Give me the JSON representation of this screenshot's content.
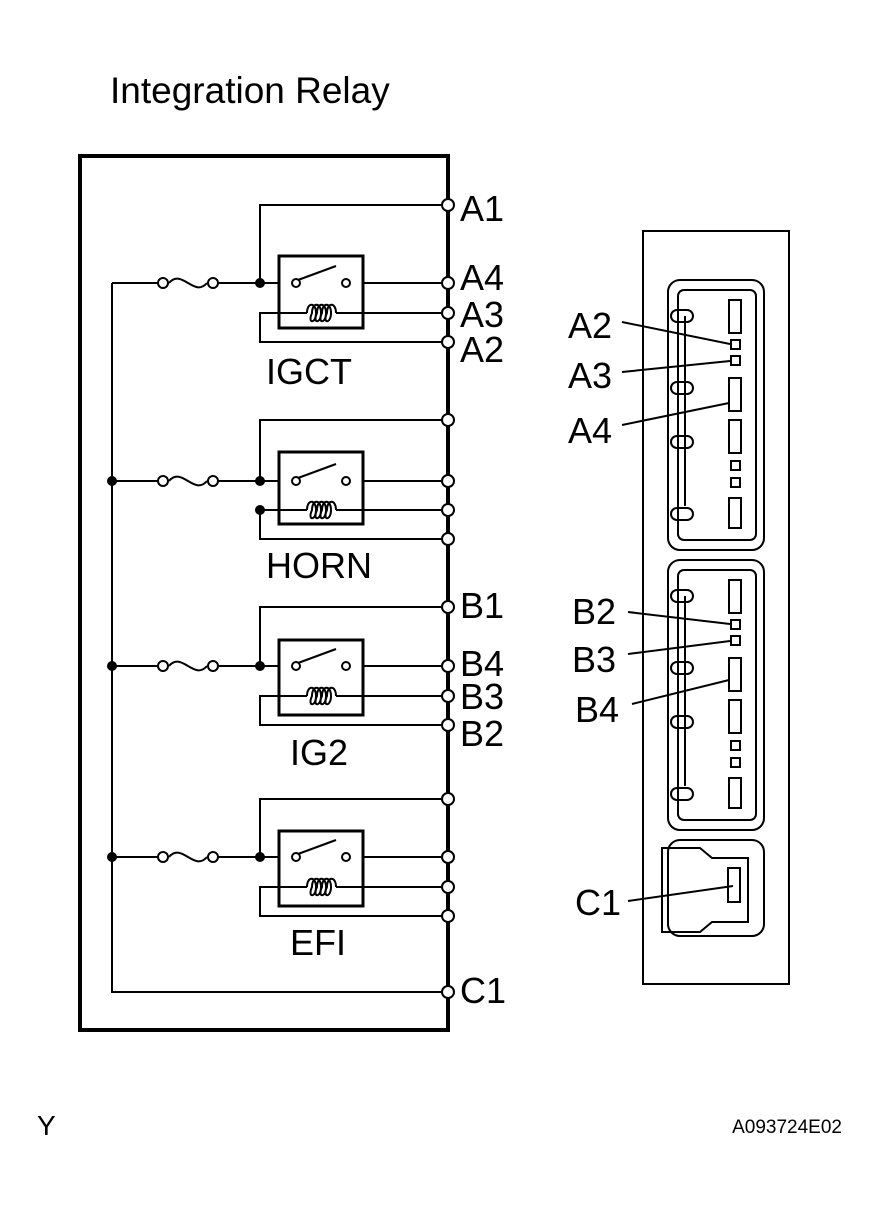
{
  "title": "Integration Relay",
  "relays": {
    "igct": "IGCT",
    "horn": "HORN",
    "ig2": "IG2",
    "efi": "EFI"
  },
  "pins": {
    "a1": "A1",
    "a4": "A4",
    "a3": "A3",
    "a2": "A2",
    "b1": "B1",
    "b4": "B4",
    "b3": "B3",
    "b2": "B2",
    "c1": "C1"
  },
  "connector": {
    "a2": "A2",
    "a3": "A3",
    "a4": "A4",
    "b2": "B2",
    "b3": "B3",
    "b4": "B4",
    "c1": "C1"
  },
  "footer": {
    "left_mark": "Y",
    "figure_code": "A093724E02"
  }
}
